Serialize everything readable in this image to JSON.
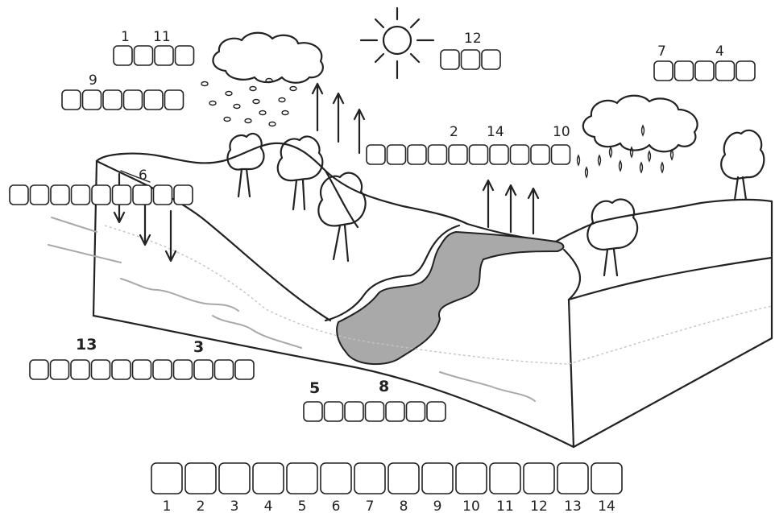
{
  "colors": {
    "ink": "#222222",
    "water": "#a9a9a9",
    "groundwater": "#a9a9a9",
    "paper": "#ffffff"
  },
  "labels": {
    "l1": "1",
    "l11": "11",
    "l9": "9",
    "l12": "12",
    "l7": "7",
    "l4": "4",
    "l2": "2",
    "l14": "14",
    "l10": "10",
    "l6": "6",
    "l13": "13",
    "l3": "3",
    "l5": "5",
    "l8": "8"
  },
  "answer_key": [
    "1",
    "2",
    "3",
    "4",
    "5",
    "6",
    "7",
    "8",
    "9",
    "10",
    "11",
    "12",
    "13",
    "14"
  ],
  "icons": [
    "sun-icon",
    "cloud-icon",
    "rain-cloud-icon",
    "tree-icon",
    "arrow-up-icon",
    "arrow-down-icon"
  ]
}
